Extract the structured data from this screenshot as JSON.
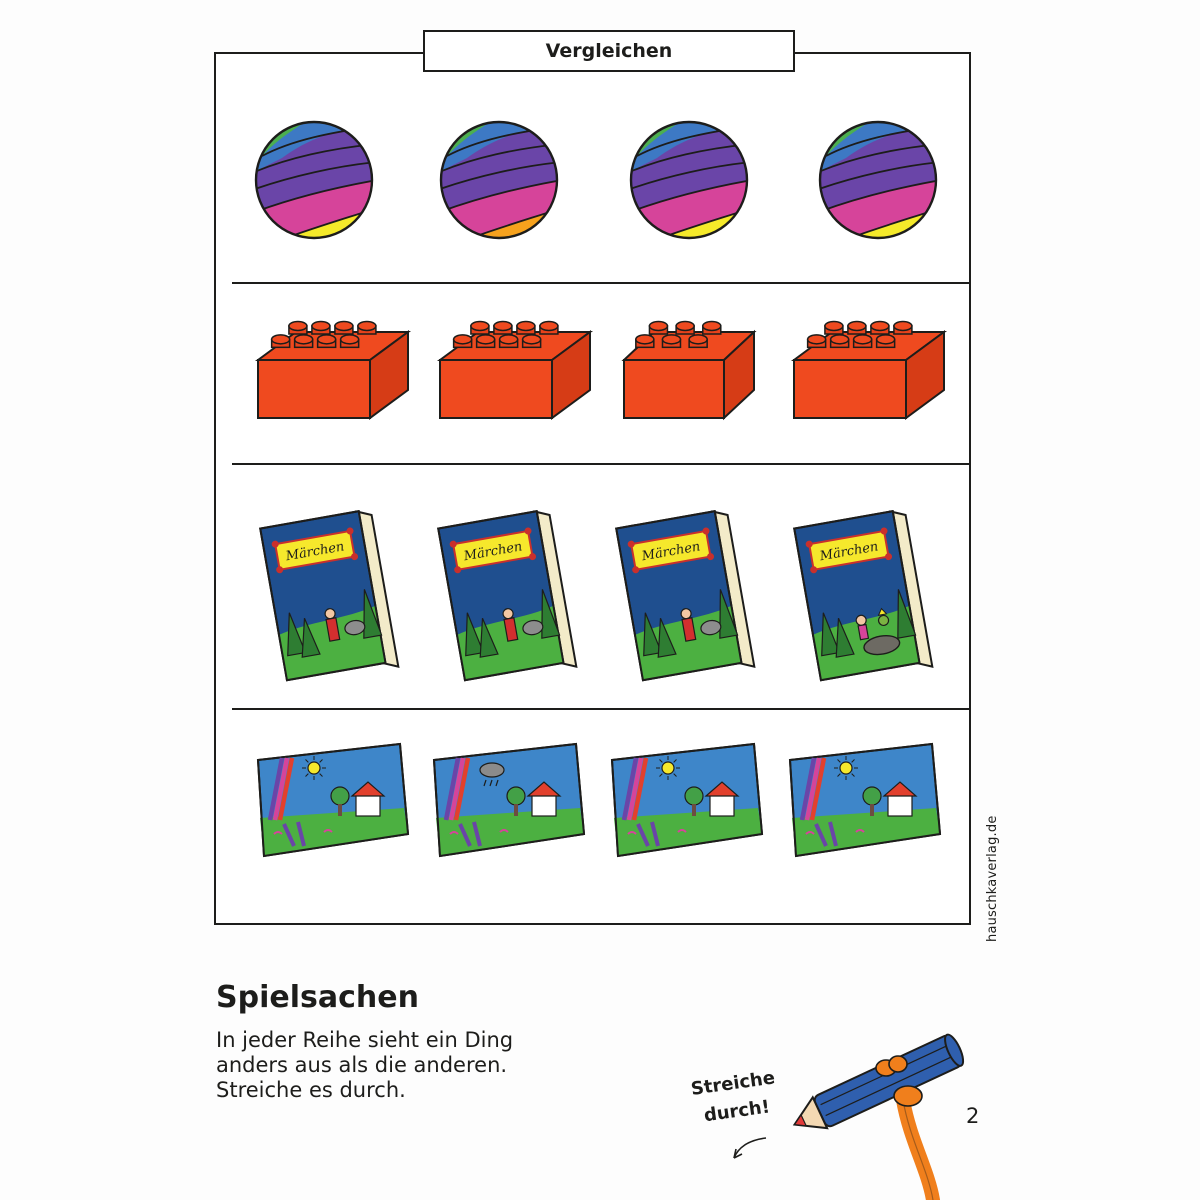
{
  "header": {
    "title": "Vergleichen"
  },
  "rows": [
    {
      "name": "balls",
      "items": [
        {
          "variant": "normal"
        },
        {
          "variant": "different",
          "odd": true
        },
        {
          "variant": "normal"
        },
        {
          "variant": "normal"
        }
      ]
    },
    {
      "name": "bricks",
      "items": [
        {
          "studs": 8
        },
        {
          "studs": 8
        },
        {
          "studs": 6,
          "odd": true
        },
        {
          "studs": 8
        }
      ]
    },
    {
      "name": "books",
      "items": [
        {
          "label": "Märchen",
          "variant": "wolf"
        },
        {
          "label": "Märchen",
          "variant": "wolf"
        },
        {
          "label": "Märchen",
          "variant": "wolf"
        },
        {
          "label": "Märchen",
          "variant": "frog",
          "odd": true
        }
      ]
    },
    {
      "name": "pictures",
      "items": [
        {
          "weather": "sun"
        },
        {
          "weather": "cloud",
          "odd": true
        },
        {
          "weather": "sun"
        },
        {
          "weather": "sun"
        }
      ]
    }
  ],
  "side_url": "hauschkaverlag.de",
  "section": {
    "heading": "Spielsachen",
    "instruction_lines": [
      "In jeder Reihe sieht ein Ding",
      "anders aus als die anderen.",
      "Streiche es durch."
    ]
  },
  "hint": {
    "line1": "Streiche",
    "line2": "durch!"
  },
  "page_number": "2",
  "colors": {
    "ball_green": "#4caf50",
    "ball_blue": "#3d79c4",
    "ball_purple": "#6a45a8",
    "ball_magenta": "#d6449a",
    "ball_yellow": "#f5ea2a",
    "ball_orange": "#f6a21d",
    "brick": "#ef4a1f",
    "book_cover": "#1f4f8f",
    "book_grass": "#4cb041",
    "book_label": "#f6e82c",
    "sky": "#3e86c9",
    "pencil": "#2f5fae",
    "hand_orange": "#f07f1c"
  }
}
